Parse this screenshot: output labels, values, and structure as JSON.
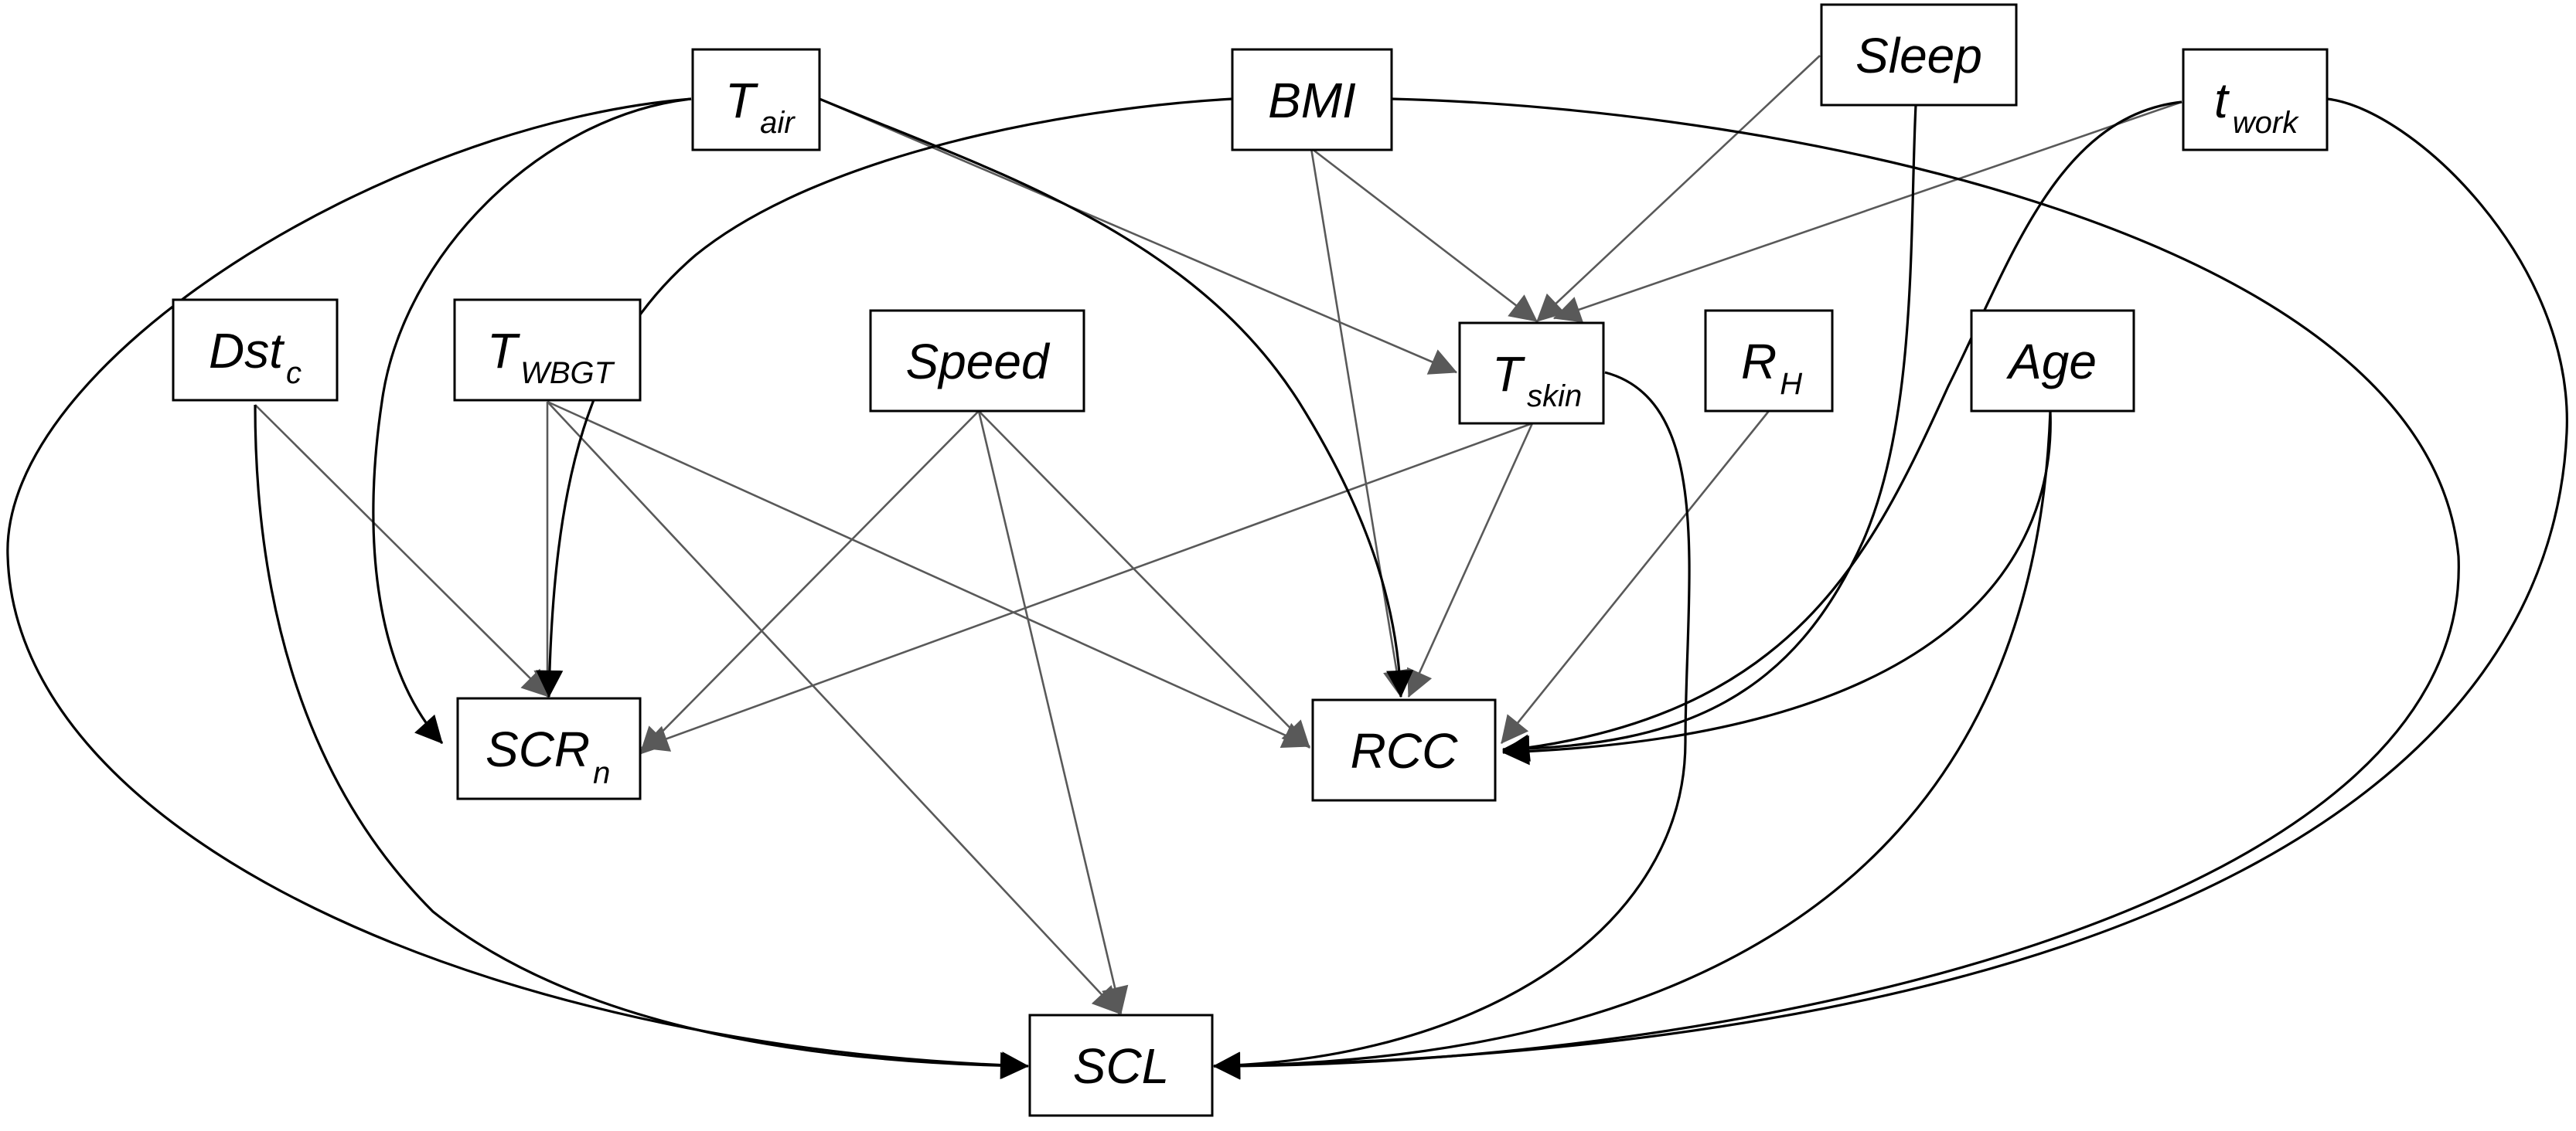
{
  "nodes": [
    {
      "id": "tair",
      "main": "T",
      "sub": "air"
    },
    {
      "id": "bmi",
      "main": "BMI",
      "sub": ""
    },
    {
      "id": "sleep",
      "main": "Sleep",
      "sub": ""
    },
    {
      "id": "twork",
      "main": "t",
      "sub": "work"
    },
    {
      "id": "dstc",
      "main": "Dst",
      "sub": "c"
    },
    {
      "id": "twbgt",
      "main": "T",
      "sub": "WBGT"
    },
    {
      "id": "speed",
      "main": "Speed",
      "sub": ""
    },
    {
      "id": "tskin",
      "main": "T",
      "sub": "skin"
    },
    {
      "id": "rh",
      "main": "R",
      "sub": "H"
    },
    {
      "id": "age",
      "main": "Age",
      "sub": ""
    },
    {
      "id": "scrn",
      "main": "SCR",
      "sub": "n"
    },
    {
      "id": "rcc",
      "main": "RCC",
      "sub": ""
    },
    {
      "id": "scl",
      "main": "SCL",
      "sub": ""
    }
  ],
  "edges": [
    {
      "from": "tair",
      "to": "tskin",
      "style": "gray"
    },
    {
      "from": "tair",
      "to": "scrn",
      "style": "black"
    },
    {
      "from": "tair",
      "to": "rcc",
      "style": "black"
    },
    {
      "from": "tair",
      "to": "scl",
      "style": "black"
    },
    {
      "from": "bmi",
      "to": "tskin",
      "style": "gray"
    },
    {
      "from": "bmi",
      "to": "rcc",
      "style": "gray"
    },
    {
      "from": "bmi",
      "to": "scrn",
      "style": "black"
    },
    {
      "from": "bmi",
      "to": "scl",
      "style": "black"
    },
    {
      "from": "sleep",
      "to": "tskin",
      "style": "gray"
    },
    {
      "from": "sleep",
      "to": "rcc",
      "style": "black"
    },
    {
      "from": "twork",
      "to": "tskin",
      "style": "gray"
    },
    {
      "from": "twork",
      "to": "rcc",
      "style": "black"
    },
    {
      "from": "twork",
      "to": "scl",
      "style": "black"
    },
    {
      "from": "dstc",
      "to": "scrn",
      "style": "gray"
    },
    {
      "from": "dstc",
      "to": "scl",
      "style": "black"
    },
    {
      "from": "twbgt",
      "to": "scrn",
      "style": "gray"
    },
    {
      "from": "twbgt",
      "to": "rcc",
      "style": "gray"
    },
    {
      "from": "twbgt",
      "to": "scl",
      "style": "gray"
    },
    {
      "from": "speed",
      "to": "scrn",
      "style": "gray"
    },
    {
      "from": "speed",
      "to": "rcc",
      "style": "gray"
    },
    {
      "from": "speed",
      "to": "scl",
      "style": "gray"
    },
    {
      "from": "tskin",
      "to": "scrn",
      "style": "gray"
    },
    {
      "from": "tskin",
      "to": "rcc",
      "style": "gray"
    },
    {
      "from": "tskin",
      "to": "scl",
      "style": "black"
    },
    {
      "from": "rh",
      "to": "rcc",
      "style": "gray"
    },
    {
      "from": "age",
      "to": "rcc",
      "style": "black"
    },
    {
      "from": "age",
      "to": "scl",
      "style": "black"
    }
  ],
  "colors": {
    "gray_edge": "#595959",
    "black_edge": "#000000"
  }
}
